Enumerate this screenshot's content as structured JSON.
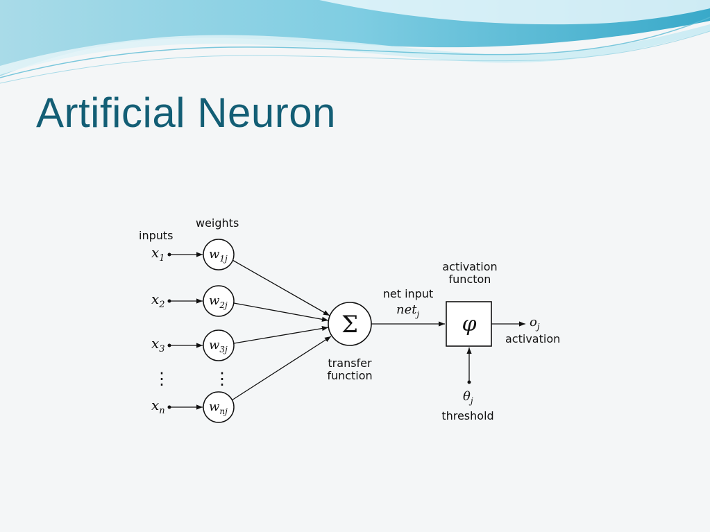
{
  "slide": {
    "title": "Artificial Neuron"
  },
  "diagram": {
    "labels": {
      "inputs": "inputs",
      "weights": "weights",
      "net_input": "net input",
      "net_var": "net",
      "net_sub": "j",
      "transfer_1": "transfer",
      "transfer_2": "function",
      "activation_fn_1": "activation",
      "activation_fn_2": "functon",
      "output_var": "o",
      "output_sub": "j",
      "activation": "activation",
      "threshold_var": "θ",
      "threshold_sub": "j",
      "threshold": "threshold",
      "sum_symbol": "Σ",
      "phi_symbol": "φ",
      "ellipsis": "⋮"
    },
    "inputs": [
      {
        "var": "x",
        "sub": "1",
        "w": "w",
        "wsub": "1j"
      },
      {
        "var": "x",
        "sub": "2",
        "w": "w",
        "wsub": "2j"
      },
      {
        "var": "x",
        "sub": "3",
        "w": "w",
        "wsub": "3j"
      },
      {
        "var": "x",
        "sub": "n",
        "w": "w",
        "wsub": "nj"
      }
    ]
  },
  "colors": {
    "title": "#135e75",
    "wave_light": "#bfe6ef",
    "wave_dark": "#4fb3cf"
  }
}
